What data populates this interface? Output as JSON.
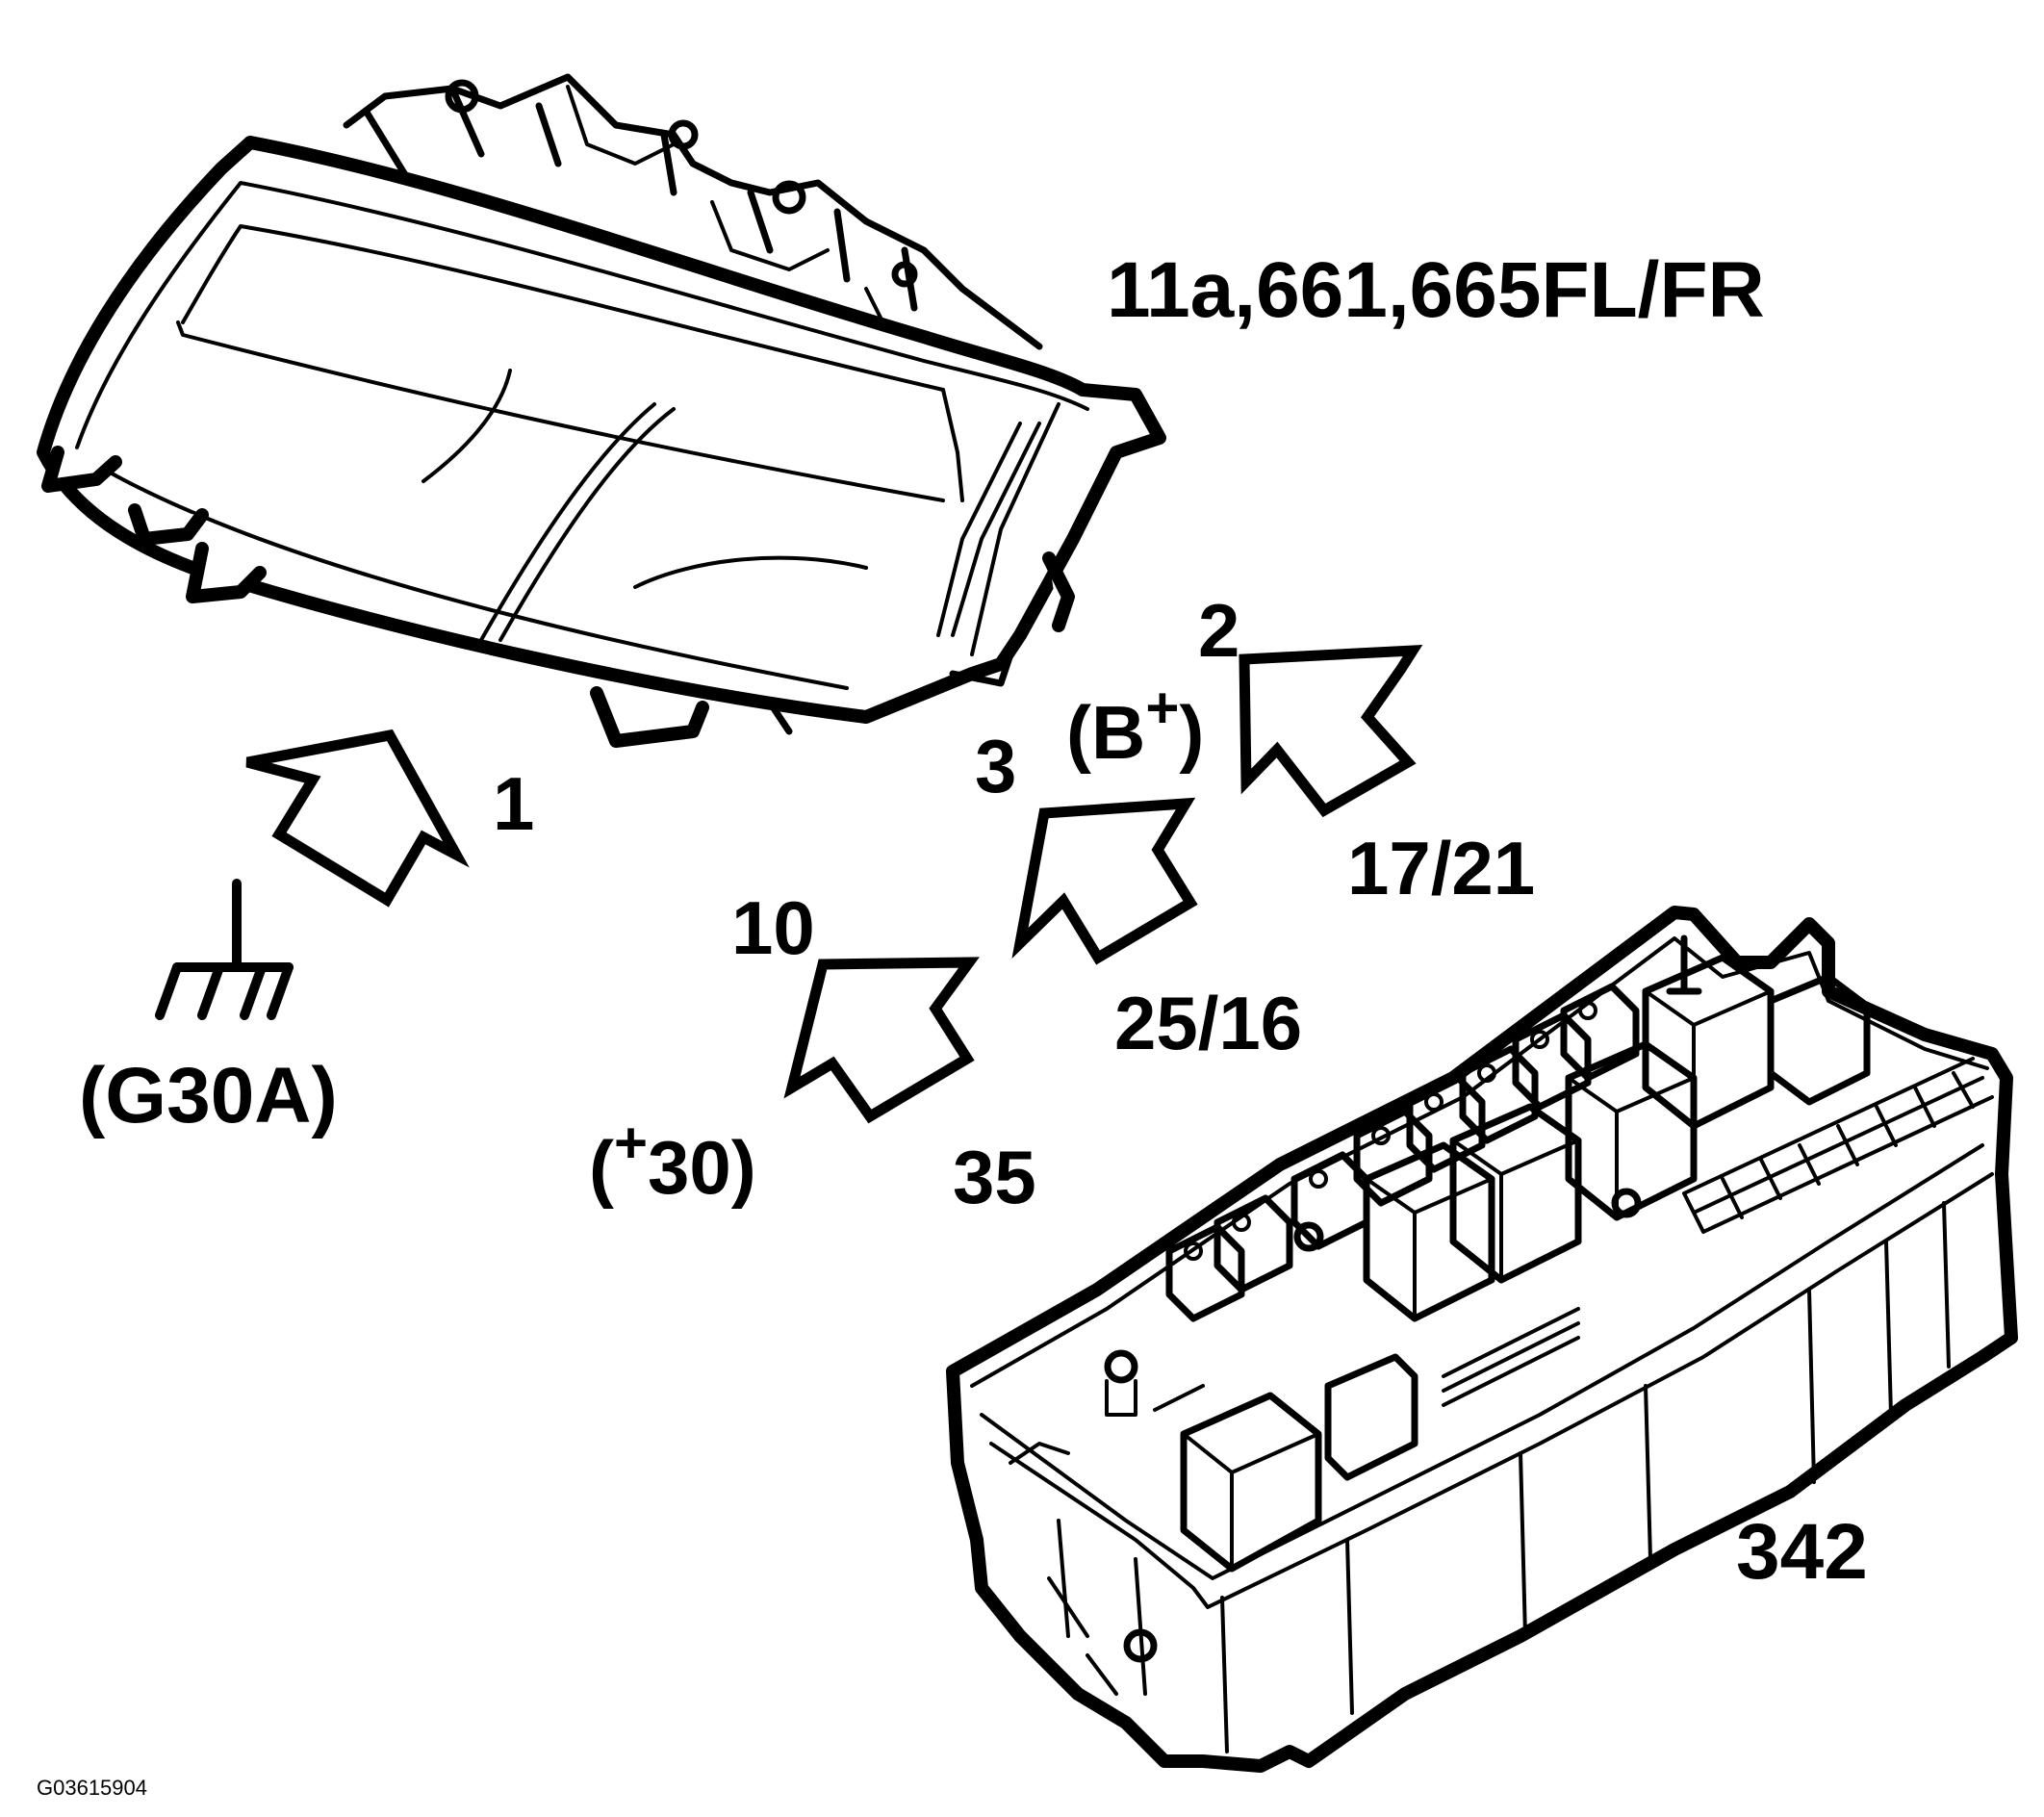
{
  "labels": {
    "component_headlamp": "11a,661,665FL/FR",
    "component_fusebox": "342",
    "ground_id": "(G30A)",
    "pin_1": "1",
    "pin_2": "2",
    "pin_3": "3",
    "pin_10": "10",
    "pin_35": "35",
    "b_plus_open": "(B",
    "b_plus_sup": "+",
    "b_plus_close": ")",
    "plus30_open": "(",
    "plus30_sup": "+",
    "plus30_close": "30)",
    "wire_17_21": "17/21",
    "wire_25_16": "25/16",
    "figure_code": "G03615904"
  }
}
